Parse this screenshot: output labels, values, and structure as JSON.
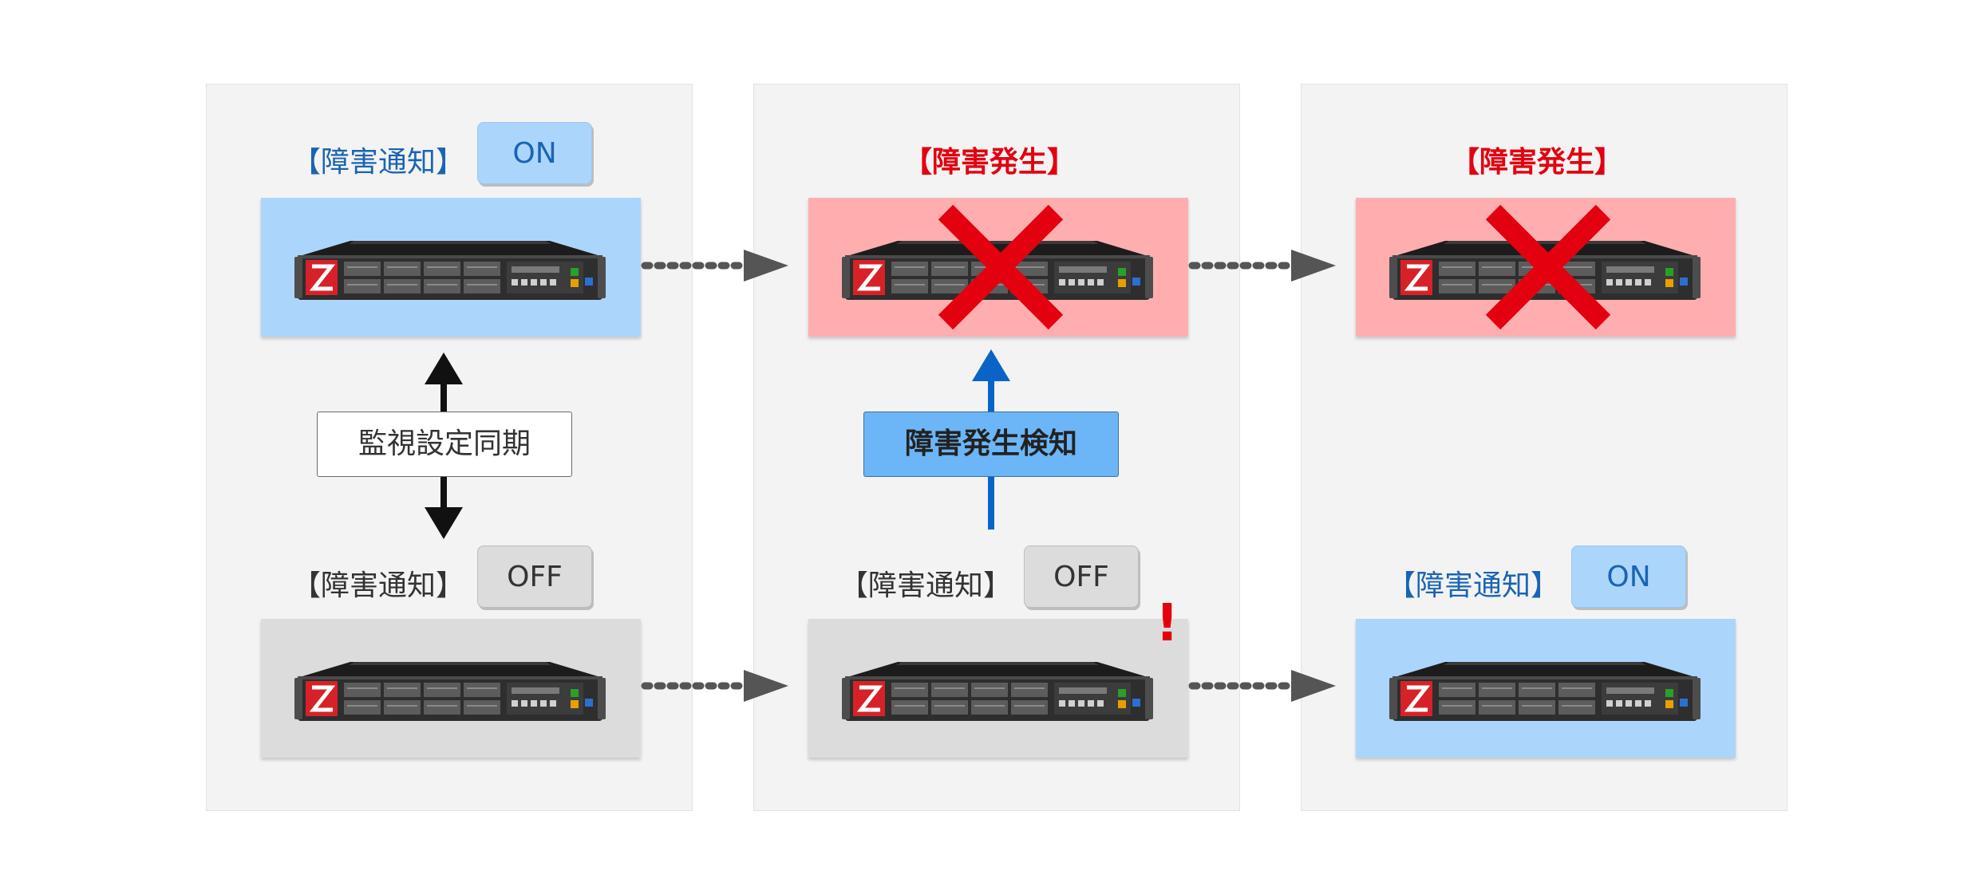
{
  "panels": {
    "p1": {
      "top_label": "【障害通知】",
      "top_badge": "ON",
      "bottom_label": "【障害通知】",
      "bottom_badge": "OFF",
      "sync_label": "監視設定同期"
    },
    "p2": {
      "top_label": "【障害発生】",
      "bottom_label": "【障害通知】",
      "bottom_badge": "OFF",
      "detect_label": "障害発生検知",
      "alert_mark": "!"
    },
    "p3": {
      "top_label": "【障害発生】",
      "bottom_label": "【障害通知】",
      "bottom_badge": "ON"
    }
  },
  "colors": {
    "active_blue": "#acd5fb",
    "failure_red": "#ffaeb0",
    "inactive_gray": "#dcdcdc",
    "alert_red": "#e3000f",
    "detect_blue": "#6cb6f7",
    "arrow_blue": "#0a64c8"
  },
  "icons": [
    "rack-server-icon",
    "failure-x-icon",
    "alert-exclamation-icon"
  ]
}
